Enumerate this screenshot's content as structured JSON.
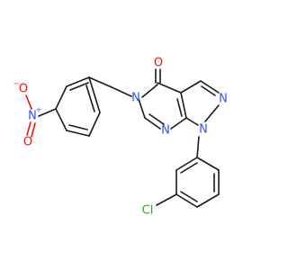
{
  "atoms": {
    "o_carbonyl": {
      "text": "O",
      "color": "#ff0d0d"
    },
    "n5": {
      "text": "N",
      "color": "#3050f8"
    },
    "n_pyrazole_top": {
      "text": "N",
      "color": "#3050f8"
    },
    "n_pyrimidine_bottom": {
      "text": "N",
      "color": "#3050f8"
    },
    "n1": {
      "text": "N",
      "color": "#3050f8"
    },
    "n_nitro": {
      "text": "N",
      "color": "#3050f8"
    },
    "n_nitro_charge": {
      "text": "+",
      "color": "#3050f8"
    },
    "o_nitro_top": {
      "text": "O",
      "color": "#ff0d0d"
    },
    "o_nitro_bottom": {
      "text": "O",
      "color": "#ff0d0d"
    },
    "o_nitro_charge": {
      "text": "−",
      "color": "#ff0d0d"
    },
    "cl": {
      "text": "Cl",
      "color": "#1fb01f"
    }
  }
}
